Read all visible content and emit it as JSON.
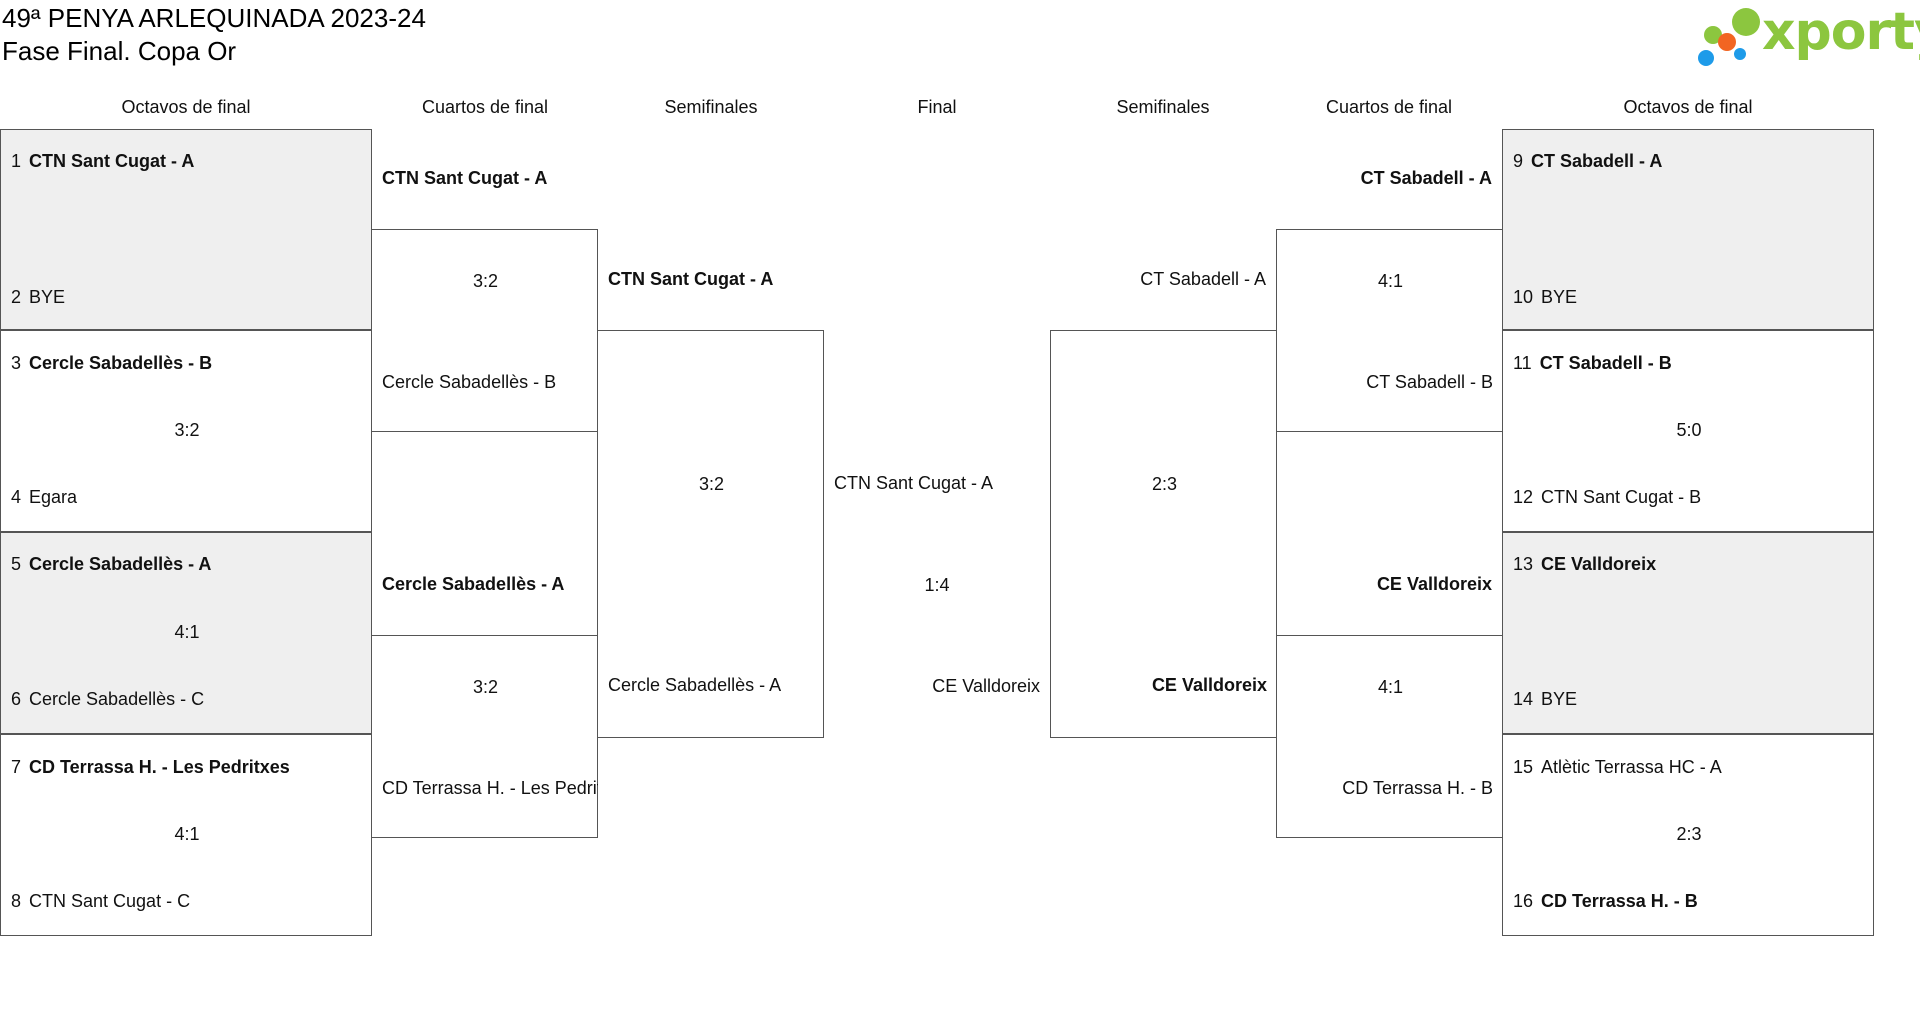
{
  "header": {
    "title_line1": "49ª PENYA ARLEQUINADA 2023-24",
    "title_line2": "Fase Final. Copa Or",
    "logo_text": "xporty",
    "logo_colors": {
      "green": "#8cc63f",
      "orange": "#f26522",
      "blue": "#1e9be9"
    }
  },
  "rounds": {
    "octavos": "Octavos de final",
    "cuartos": "Cuartos de final",
    "semis": "Semifinales",
    "final": "Final"
  },
  "left": {
    "octavos": [
      {
        "n1": "1",
        "t1": "CTN Sant Cugat - A",
        "n2": "2",
        "t2": "BYE",
        "score": ""
      },
      {
        "n1": "3",
        "t1": "Cercle Sabadellès - B",
        "n2": "4",
        "t2": "Egara",
        "score": "3:2"
      },
      {
        "n1": "5",
        "t1": "Cercle Sabadellès - A",
        "n2": "6",
        "t2": "Cercle Sabadellès - C",
        "score": "4:1"
      },
      {
        "n1": "7",
        "t1": "CD Terrassa H. - Les Pedritxes",
        "n2": "8",
        "t2": "CTN Sant Cugat - C",
        "score": "4:1"
      }
    ],
    "cuartos": [
      {
        "t1": "CTN Sant Cugat - A",
        "t2": "Cercle Sabadellès - B",
        "score": "3:2"
      },
      {
        "t1": "Cercle Sabadellès - A",
        "t2": "CD Terrassa H. - Les Pedritxes",
        "score": "3:2"
      }
    ],
    "semi": {
      "t1": "CTN Sant Cugat - A",
      "t2": "Cercle Sabadellès - A",
      "score": "3:2"
    }
  },
  "final": {
    "t1": "CTN Sant Cugat - A",
    "t2": "CE Valldoreix",
    "score": "1:4"
  },
  "right": {
    "octavos": [
      {
        "n1": "9",
        "t1": "CT Sabadell - A",
        "n2": "10",
        "t2": "BYE",
        "score": ""
      },
      {
        "n1": "11",
        "t1": "CT Sabadell - B",
        "n2": "12",
        "t2": "CTN Sant Cugat - B",
        "score": "5:0"
      },
      {
        "n1": "13",
        "t1": "CE Valldoreix",
        "n2": "14",
        "t2": "BYE",
        "score": ""
      },
      {
        "n1": "15",
        "t1": "Atlètic Terrassa HC - A",
        "n2": "16",
        "t2": "CD Terrassa H. - B",
        "score": "2:3"
      }
    ],
    "cuartos": [
      {
        "t1": "CT Sabadell - A",
        "t2": "CT Sabadell - B",
        "score": "4:1"
      },
      {
        "t1": "CE Valldoreix",
        "t2": "CD Terrassa H. - B",
        "score": "4:1"
      }
    ],
    "semi": {
      "t1": "CT Sabadell - A",
      "t2": "CE Valldoreix",
      "score": "2:3"
    }
  }
}
